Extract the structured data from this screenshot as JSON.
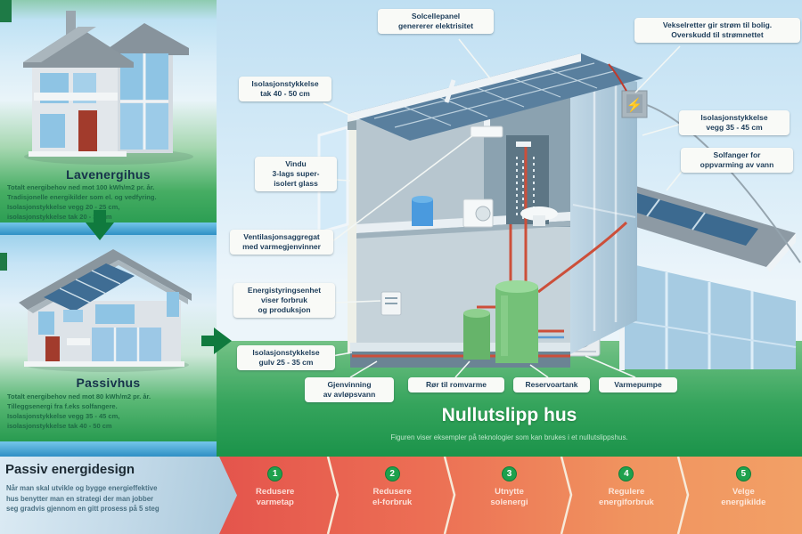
{
  "sidebar": {
    "house1": {
      "title": "Lavenergihus",
      "desc": "Totalt energibehov ned mot 100 kWh/m2 pr. år.\nTradisjonelle energikilder som el. og vedfyring.\nIsolasjonstykkelse vegg 20 - 25 cm,\nisolasjonstykkelse tak 20 - 30 cm"
    },
    "house2": {
      "title": "Passivhus",
      "desc": "Totalt energibehov ned mot 80 kWh/m2 pr. år.\nTilleggsenergi fra f.eks solfangere.\nIsolasjonstykkelse vegg 35 - 45 cm,\nisolasjonstykkelse tak 40 - 50 cm"
    }
  },
  "main": {
    "title": "Nullutslipp hus",
    "subtitle": "Figuren viser eksempler på teknologier som kan brukes i et nullutslippshus.",
    "labels": {
      "solcellepanel": "Solcellepanel\ngenererer elektrisitet",
      "vekselretter": "Vekselretter gir strøm til bolig.\nOverskudd til strømnettet",
      "isolasjon_tak": "Isolasjonstykkelse\ntak 40 - 50 cm",
      "isolasjon_vegg": "Isolasjonstykkelse\nvegg 35 - 45 cm",
      "solfanger": "Solfanger for\noppvarming av vann",
      "vindu": "Vindu\n3-lags super-\nisolert glass",
      "ventilasjon": "Ventilasjonsaggregat\nmed varmegjenvinner",
      "energistyring": "Energistyringsenhet\nviser forbruk\nog produksjon",
      "isolasjon_gulv": "Isolasjonstykkelse\ngulv 25 - 35 cm",
      "gjenvinning": "Gjenvinning\nav avløpsvann",
      "ror": "Rør til romvarme",
      "reservoartank": "Reservoartank",
      "varmepumpe": "Varmepumpe"
    }
  },
  "footer": {
    "title": "Passiv energidesign",
    "desc": "Når man skal utvikle og bygge energieffektive\nhus benytter man en strategi der man jobber\nseg gradvis gjennom en gitt prosess på 5 steg",
    "steps": [
      {
        "num": "1",
        "label": "Redusere\nvarmetap"
      },
      {
        "num": "2",
        "label": "Redusere\nel-forbruk"
      },
      {
        "num": "3",
        "label": "Utnytte\nsolenergi"
      },
      {
        "num": "4",
        "label": "Regulere\nenergiforbruk"
      },
      {
        "num": "5",
        "label": "Velge\nenergikilde"
      }
    ]
  },
  "colors": {
    "accent_green": "#1f9a4c",
    "step_badge_green": "#1ea14d",
    "footer_gradient_start": "#e4544c",
    "footer_gradient_end": "#f2a066",
    "pipe_red": "#cc4f3a",
    "solar_panel_blue": "#597f9e",
    "label_text_navy": "#1d3d5a"
  }
}
